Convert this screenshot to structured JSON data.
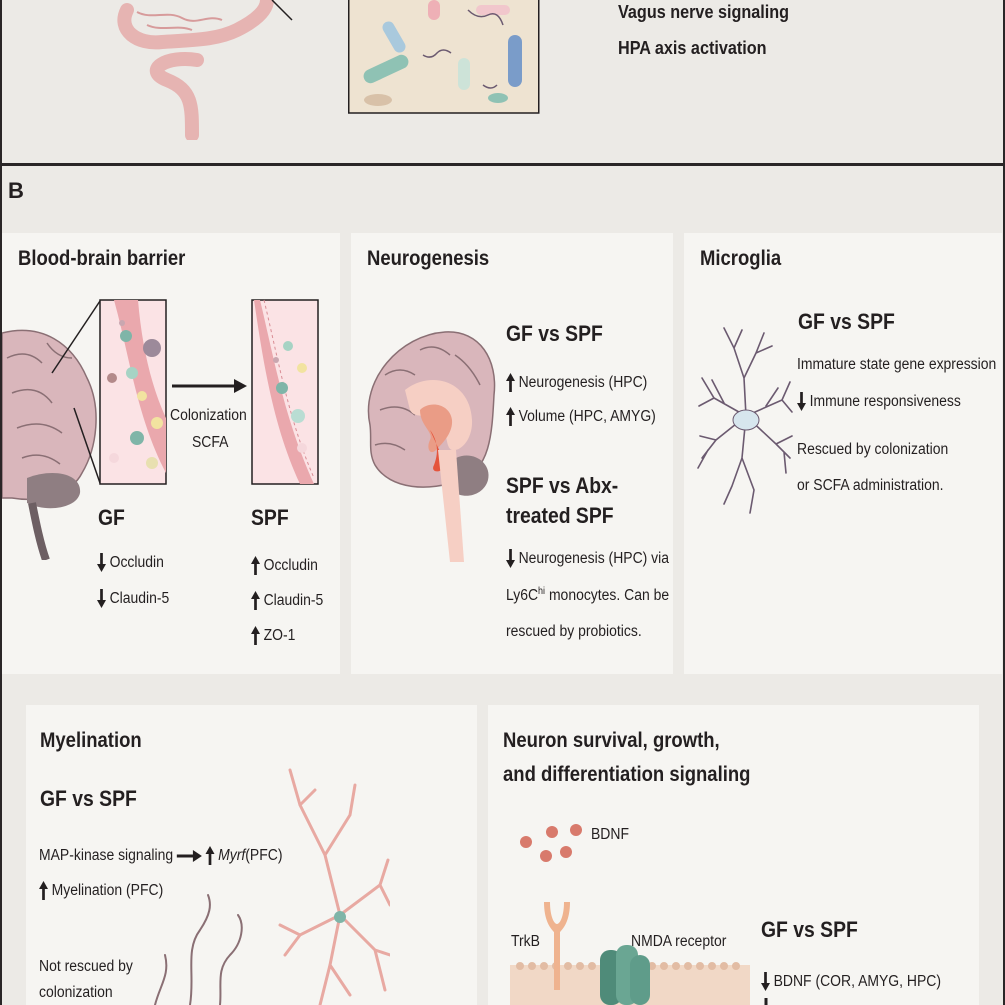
{
  "panel_a": {
    "lines": [
      "Vagus nerve signaling",
      "HPA axis activation"
    ]
  },
  "panel_b_label": "B",
  "bbb": {
    "title": "Blood-brain barrier",
    "arrow_label_1": "Colonization",
    "arrow_label_2": "SCFA",
    "gf_label": "GF",
    "gf_items": [
      {
        "dir": "down",
        "text": "Occludin"
      },
      {
        "dir": "down",
        "text": "Claudin-5"
      }
    ],
    "spf_label": "SPF",
    "spf_items": [
      {
        "dir": "up",
        "text": "Occludin"
      },
      {
        "dir": "up",
        "text": "Claudin-5"
      },
      {
        "dir": "up",
        "text": "ZO-1"
      }
    ]
  },
  "neurogenesis": {
    "title": "Neurogenesis",
    "h1": "GF vs SPF",
    "items1": [
      {
        "dir": "up",
        "text": "Neurogenesis (HPC)"
      },
      {
        "dir": "up",
        "text": "Volume (HPC, AMYG)"
      }
    ],
    "h2_line1": "SPF vs Abx-",
    "h2_line2": "treated SPF",
    "item2_line1": "Neurogenesis (HPC) via",
    "item2_pre": "Ly6C",
    "item2_sup": "hi",
    "item2_post": " monocytes. Can be",
    "item2_line3": "rescued by probiotics."
  },
  "microglia": {
    "title": "Microglia",
    "h1": "GF vs SPF",
    "line1": "Immature state gene expression",
    "item_dir": "down",
    "item_text": "Immune responsiveness",
    "rescue1": "Rescued by colonization",
    "rescue2": "or SCFA administration."
  },
  "myelination": {
    "title": "Myelination",
    "h1": "GF vs SPF",
    "line1_pre": "MAP-kinase signaling",
    "line1_gene": "Myrf",
    "line1_post": " (PFC)",
    "line2": "Myelination (PFC)",
    "not1": "Not rescued by",
    "not2": "colonization"
  },
  "neuron": {
    "title1": "Neuron survival, growth,",
    "title2": "and differentiation signaling",
    "bdnf_label": "BDNF",
    "trkb_label": "TrkB",
    "nmda_label": "NMDA receptor",
    "h1": "GF vs SPF",
    "item1": "BDNF (COR, AMYG, HPC)"
  },
  "colors": {
    "background": "#eceae6",
    "panel": "#f6f5f2",
    "vessel": "#eaa8ad",
    "brain": "#d8b3b9",
    "microglia": "#6b5a70",
    "neuron_pink": "#e8a9a2",
    "bdnf_dot": "#d87a6c",
    "receptor": "#5f9c8a"
  }
}
